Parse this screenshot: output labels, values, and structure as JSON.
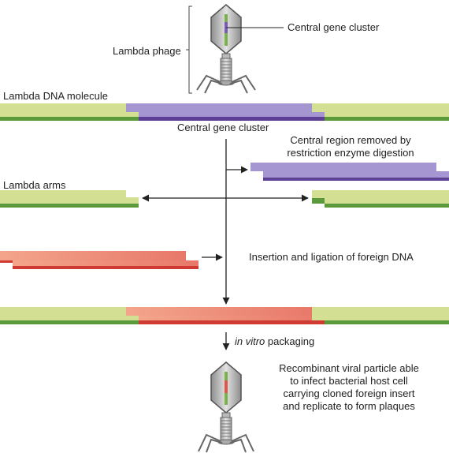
{
  "labels": {
    "lambda_phage": "Lambda phage",
    "central_gene_cluster_top": "Central gene cluster",
    "lambda_dna_molecule": "Lambda DNA molecule",
    "central_gene_cluster_bottom": "Central gene cluster",
    "central_region_removed_line1": "Central region removed by",
    "central_region_removed_line2": "restriction enzyme digestion",
    "lambda_arms": "Lambda arms",
    "insertion_ligation": "Insertion and ligation of foreign DNA",
    "in_vitro_italic": "in vitro",
    "packaging": " packaging",
    "recombinant_line1": "Recombinant viral particle able",
    "recombinant_line2": "to infect bacterial host cell",
    "recombinant_line3": "carrying cloned foreign insert",
    "recombinant_line4": "and replicate to form plaques"
  },
  "colors": {
    "lambda_dna_light": "#d3df93",
    "lambda_dna_dark": "#5a9a3a",
    "central_cluster_light": "#a596d2",
    "central_cluster_dark": "#5d3f95",
    "foreign_dna_light": "#ef9677",
    "foreign_dna_dark": "#cf3b33",
    "arrow": "#222222"
  }
}
